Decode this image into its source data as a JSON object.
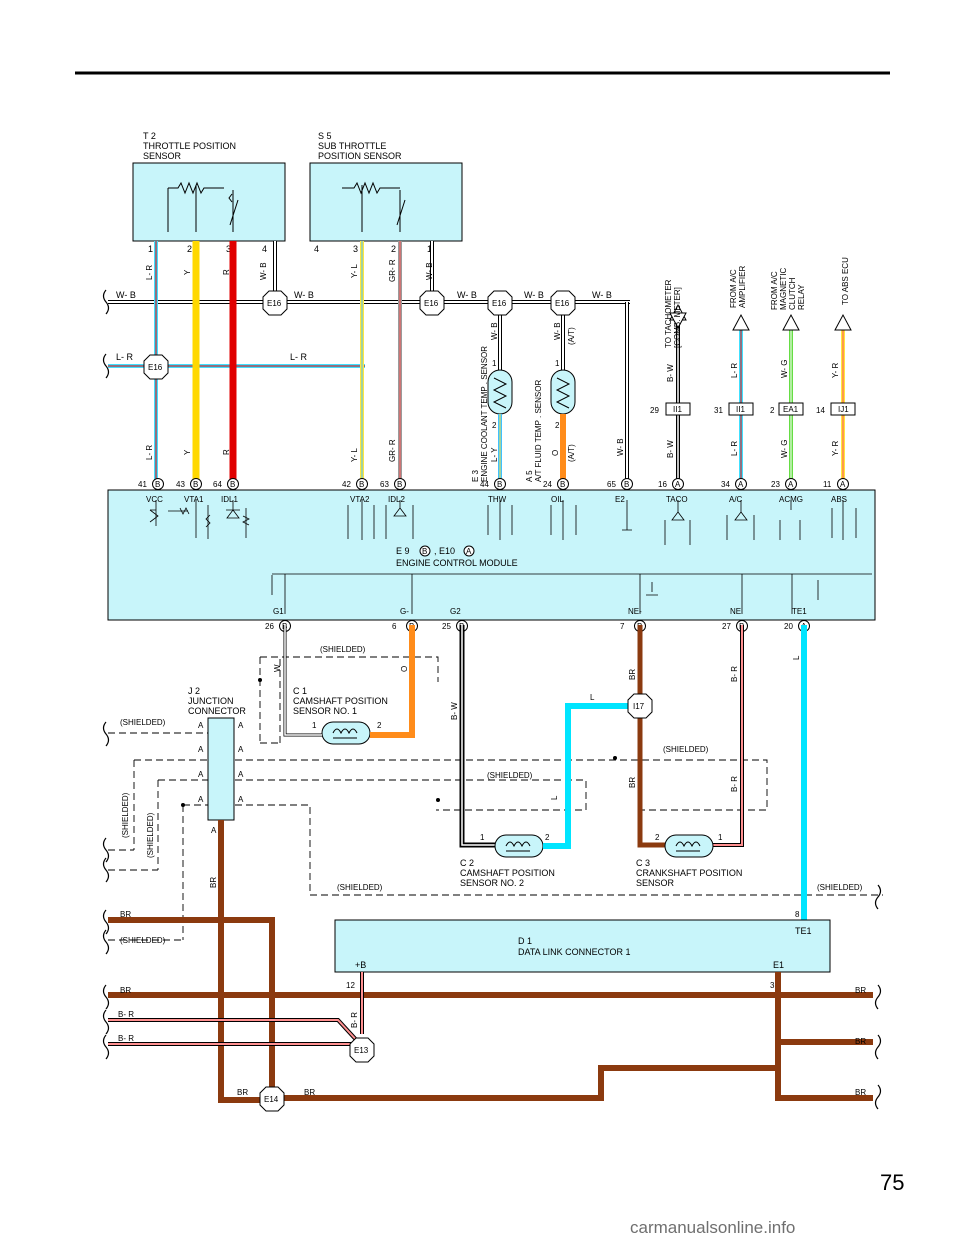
{
  "page_number": "75",
  "watermark": "carmanualsonline.info",
  "components": {
    "t2": {
      "id": "T 2",
      "name1": "THROTTLE POSITION",
      "name2": "SENSOR"
    },
    "s5": {
      "id": "S 5",
      "name1": "SUB THROTTLE",
      "name2": "POSITION SENSOR"
    },
    "e3": {
      "id": "E 3",
      "name": "ENGINE COOLANT TEMP . SENSOR"
    },
    "a5": {
      "id": "A 5",
      "name": "A/T FLUID TEMP . SENSOR"
    },
    "ecm": {
      "ids_prefix": "E 9",
      "sep": ", E10",
      "name": "ENGINE CONTROL MODULE"
    },
    "j2": {
      "id": "J 2",
      "name1": "JUNCTION",
      "name2": "CONNECTOR"
    },
    "c1": {
      "id": "C 1",
      "name1": "CAMSHAFT POSITION",
      "name2": "SENSOR NO. 1"
    },
    "c2": {
      "id": "C 2",
      "name1": "CAMSHAFT POSITION",
      "name2": "SENSOR NO. 2"
    },
    "c3": {
      "id": "C 3",
      "name1": "CRANKSHAFT POSITION",
      "name2": "SENSOR"
    },
    "d1": {
      "id": "D 1",
      "name": "DATA LINK CONNECTOR 1",
      "pin_b": "+B",
      "pin_e1": "E1",
      "pin_te1": "TE1"
    }
  },
  "destinations": {
    "tacho": {
      "line1": "TO TACHOMETER",
      "line2": "[COMB. METER]"
    },
    "amp": {
      "line1": "FROM A/C",
      "line2": "AMPLIFIER"
    },
    "mag": {
      "line1": "FROM A/C",
      "line2": "MAGNETIC",
      "line3": "CLUTCH",
      "line4": "RELAY"
    },
    "abs": {
      "line1": "TO ABS ECU"
    }
  },
  "ecm_terminals_top": [
    {
      "label": "VCC",
      "pin": "41",
      "conn": "B"
    },
    {
      "label": "VTA1",
      "pin": "43",
      "conn": "B"
    },
    {
      "label": "IDL1",
      "pin": "64",
      "conn": "B"
    },
    {
      "label": "VTA2",
      "pin": "42",
      "conn": "B"
    },
    {
      "label": "IDL2",
      "pin": "63",
      "conn": "B"
    },
    {
      "label": "THW",
      "pin": "44",
      "conn": "B"
    },
    {
      "label": "OIL",
      "pin": "24",
      "conn": "B"
    },
    {
      "label": "E2",
      "pin": "65",
      "conn": "B"
    },
    {
      "label": "TACO",
      "pin": "16",
      "conn": "A"
    },
    {
      "label": "A/C",
      "pin": "34",
      "conn": "A"
    },
    {
      "label": "ACMG",
      "pin": "23",
      "conn": "A"
    },
    {
      "label": "ABS",
      "pin": "11",
      "conn": "A"
    }
  ],
  "ecm_terminals_bottom": [
    {
      "label": "G1",
      "pin": "26",
      "conn": "B"
    },
    {
      "label": "G-",
      "pin": "6",
      "conn": "B"
    },
    {
      "label": "G2",
      "pin": "25",
      "conn": "B"
    },
    {
      "label": "NE-",
      "pin": "7",
      "conn": "B"
    },
    {
      "label": "NE",
      "pin": "27",
      "conn": "B"
    },
    {
      "label": "TE1",
      "pin": "20",
      "conn": "A"
    }
  ],
  "splices": {
    "e16": "E16",
    "e13": "E13",
    "e14": "E14",
    "i17": "I17",
    "ii1": "II1",
    "ea1": "EA1",
    "ij1": "IJ1"
  },
  "wire_colors": {
    "wb": "W- B",
    "lr": "L- R",
    "y": "Y",
    "r": "R",
    "yl": "Y- L",
    "grr": "GR- R",
    "ly": "L- Y",
    "o": "O",
    "bw": "B- W",
    "wg": "W- G",
    "yr": "Y- R",
    "br": "BR",
    "rb": "B- R",
    "l": "L",
    "w": "W"
  },
  "labels": {
    "shielded": "(SHIELDED)",
    "at": "(A/T)",
    "conn_a": "A",
    "conn_b": "B"
  },
  "pins": {
    "p1": "1",
    "p2": "2",
    "p3": "3",
    "p4": "4",
    "p8": "8",
    "p12": "12",
    "p29": "29",
    "p31": "31",
    "p14": "14"
  },
  "colors": {
    "ecm_fill": "#c8f5fa",
    "brown": "#8b3a0f",
    "yellow": "#ffd800",
    "red": "#e00000",
    "cyan": "#00e5ff",
    "orange": "#ff8c1a"
  }
}
